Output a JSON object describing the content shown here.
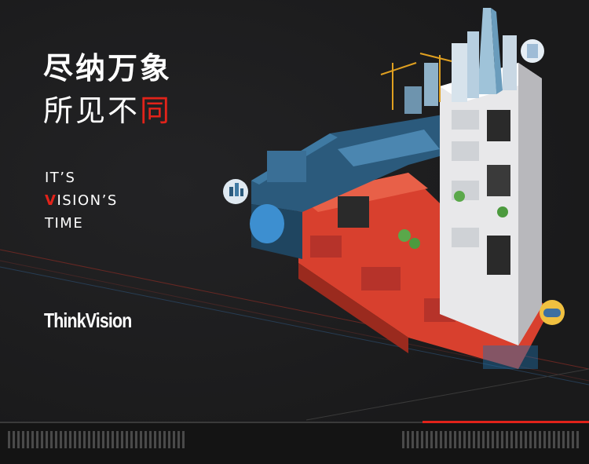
{
  "headline": {
    "line1": "尽纳万象",
    "line2_prefix": "所见不",
    "line2_accent": "同"
  },
  "tagline": {
    "line1": "IT’S",
    "line2_accent": "V",
    "line2_rest": "ISION’S",
    "line3": "TIME"
  },
  "brand": {
    "name": "ThinkVision"
  },
  "colors": {
    "background": "#1b1b1c",
    "accent_red": "#e2231a",
    "block_blue": "#2b5a7c",
    "block_red": "#d8402e",
    "block_white": "#e8e8ea"
  },
  "icons": [
    "city-badge-icon",
    "gamepad-badge-icon",
    "document-badge-icon"
  ]
}
